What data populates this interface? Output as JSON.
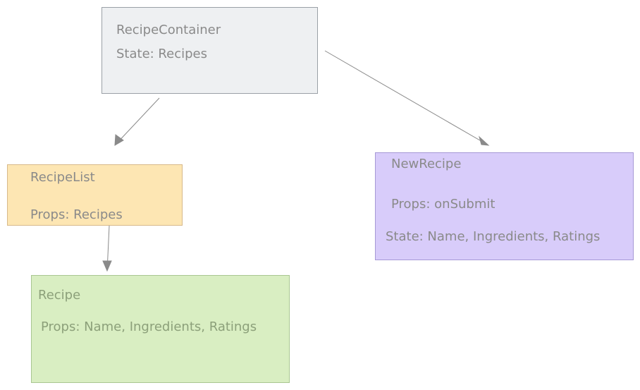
{
  "nodes": {
    "recipe_container": {
      "title": "RecipeContainer",
      "line1": "State: Recipes",
      "fill": "#eef0f2",
      "stroke": "#9aa0a6",
      "text_color": "#8a8a8a"
    },
    "recipe_list": {
      "title": "RecipeList",
      "line1": "Props: Recipes",
      "fill": "#fde6b3",
      "stroke": "#d7b98a",
      "text_color": "#8a8a8a"
    },
    "new_recipe": {
      "title": "NewRecipe",
      "line1": "Props: onSubmit",
      "line2": "State: Name, Ingredients, Ratings",
      "fill": "#d8ccfa",
      "stroke": "#a699d6",
      "text_color": "#8a8a8a"
    },
    "recipe": {
      "title": "Recipe",
      "line1": "Props: Name, Ingredients, Ratings",
      "fill": "#d9eec2",
      "stroke": "#a9c691",
      "text_color": "#8ca07a"
    }
  },
  "edges": [
    {
      "from": "RecipeContainer",
      "to": "RecipeList"
    },
    {
      "from": "RecipeContainer",
      "to": "NewRecipe"
    },
    {
      "from": "RecipeList",
      "to": "Recipe"
    }
  ],
  "edge_color": "#8a8a8a"
}
